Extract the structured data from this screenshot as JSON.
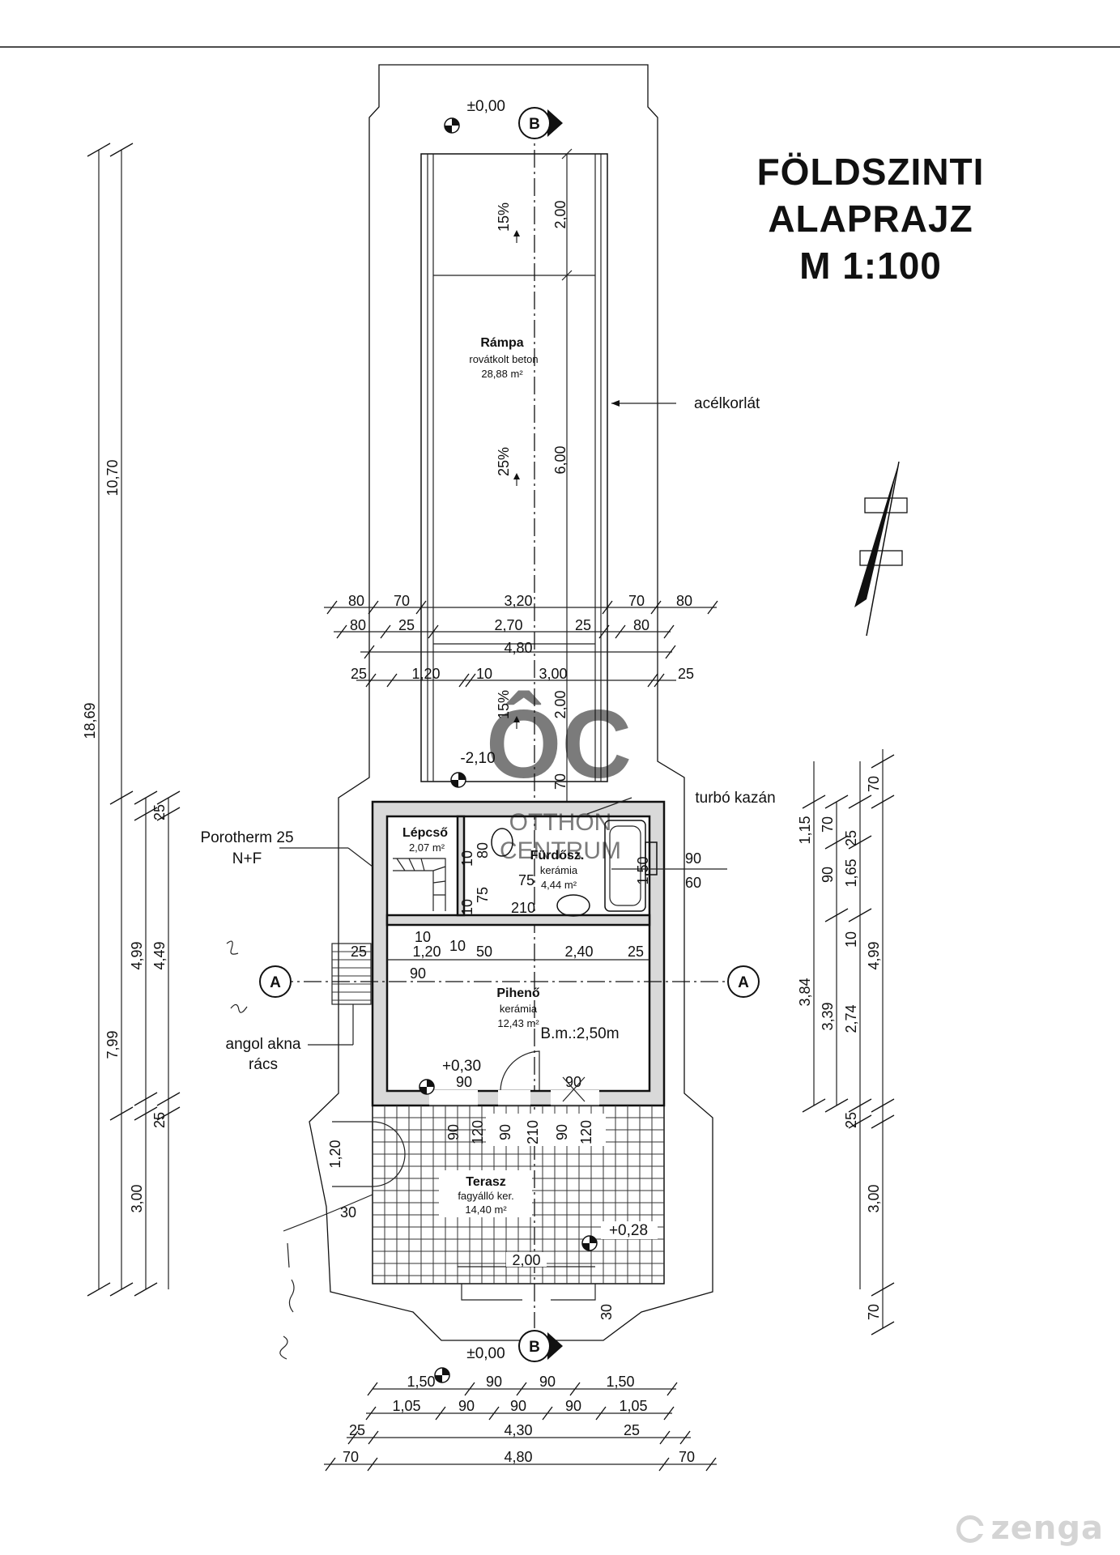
{
  "title": {
    "line1": "FÖLDSZINTI",
    "line2": "ALAPRAJZ",
    "line3": "M 1:100"
  },
  "levels": {
    "top_zero": "±0,00",
    "bottom_zero": "±0,00",
    "floor": "+0,30",
    "terrace": "+0,28",
    "ramp_low": "-2,10"
  },
  "section_marks": {
    "b": "B",
    "a": "A"
  },
  "labels": {
    "railing": "acélkorlát",
    "boiler": "turbó kazán",
    "wall_type_1": "Porotherm 25",
    "wall_type_2": "N+F",
    "grate_1": "angol akna",
    "grate_2": "rács"
  },
  "rooms": {
    "ramp": {
      "name": "Rámpa",
      "finish": "rovátkolt beton",
      "area": "28,88 m²"
    },
    "stair": {
      "name": "Lépcső",
      "area": "2,07 m²"
    },
    "bath": {
      "name": "Fürdősz.",
      "finish": "kerámia",
      "area": "4,44 m²"
    },
    "rest": {
      "name": "Pihenő",
      "finish": "kerámia",
      "area": "12,43 m²",
      "height": "B.m.:2,50m"
    },
    "terrace": {
      "name": "Terasz",
      "finish": "fagyálló ker.",
      "area": "14,40 m²"
    }
  },
  "slopes": {
    "s1": "15%",
    "s2": "25%",
    "s3": "15%"
  },
  "dims": {
    "ramp_len_1": "2,00",
    "ramp_len_2": "6,00",
    "ramp_len_3": "2,00",
    "boiler_gap": "70",
    "r1": [
      "80",
      "70",
      "3,20",
      "70",
      "80"
    ],
    "r2": [
      "80",
      "25",
      "2,70",
      "25",
      "80"
    ],
    "r3": "4,80",
    "r4": [
      "25",
      "1,20",
      "10",
      "3,00",
      "25"
    ],
    "left_outer": "18,69",
    "left_a": "10,70",
    "left_b": "7,99",
    "left_c": [
      "25",
      "4,99",
      "4,49",
      "25",
      "3,00"
    ],
    "right_a": [
      "1,15",
      "70",
      "25",
      "90",
      "1,65",
      "10",
      "4,99",
      "3,84",
      "3,39",
      "2,74",
      "25",
      "3,00",
      "70"
    ],
    "right_top": "70",
    "bath": {
      "w": "90",
      "h": "60",
      "tub": "1,50",
      "wc": "80",
      "d1": "10",
      "d2": "75",
      "d3": "75",
      "d4": "210",
      "d5": "10"
    },
    "inner": {
      "i1": "1,20",
      "i2": "10",
      "i3": "50",
      "i4": "2,40",
      "i5": "25",
      "i6": "25",
      "i7": "90",
      "i8": "10"
    },
    "doors": {
      "d1": "90",
      "d2": "90"
    },
    "terrace": {
      "t1": "90",
      "t2": "120",
      "t3": "90",
      "t4": "210",
      "t5": "90",
      "t6": "120",
      "w": "2,00",
      "left": "1,20",
      "corner": "30",
      "bottom_gap": "30"
    },
    "b1": [
      "1,50",
      "90",
      "90",
      "1,50"
    ],
    "b2": [
      "1,05",
      "90",
      "90",
      "90",
      "1,05"
    ],
    "b3": [
      "25",
      "4,30",
      "25"
    ],
    "b4": [
      "70",
      "4,80",
      "70"
    ]
  },
  "watermark": {
    "mono": "ÔC",
    "line1": "OTTHON",
    "line2": "CENTRUM"
  },
  "brand": "zenga"
}
